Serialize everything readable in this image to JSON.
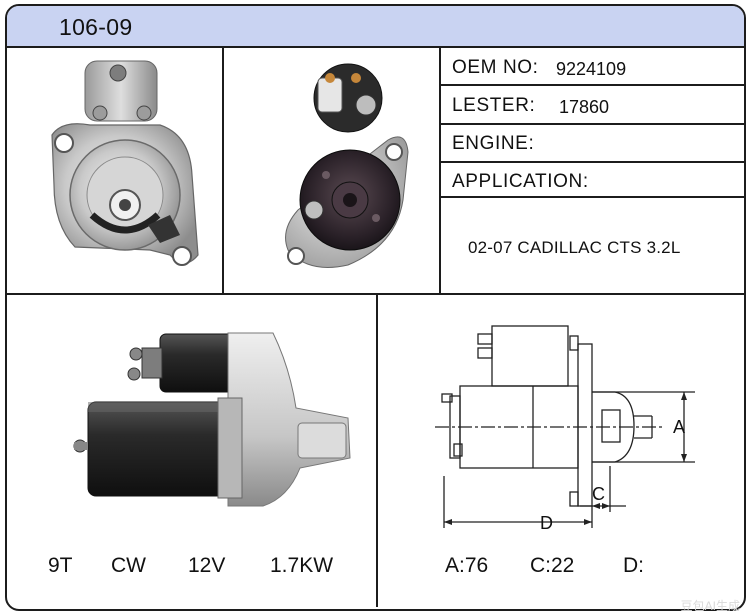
{
  "header": {
    "title": "106-09"
  },
  "specs_table": {
    "oem_label": "OEM NO:",
    "oem_value": "9224109",
    "lester_label": "LESTER:",
    "lester_value": "17860",
    "engine_label": "ENGINE:",
    "engine_value": "",
    "application_label": "APPLICATION:",
    "application_value": "02-07 CADILLAC CTS 3.2L"
  },
  "electrical_specs": {
    "teeth": "9T",
    "rotation": "CW",
    "voltage": "12V",
    "power": "1.7KW"
  },
  "dimensions": {
    "a_text": "A:76",
    "c_text": "C:22",
    "d_text": "D:",
    "diagram_labels": {
      "a": "A",
      "c": "C",
      "d": "D"
    }
  },
  "watermark": "豆包AI生成",
  "colors": {
    "header_bg": "#c9d3f2",
    "border": "#1c1c1c"
  }
}
